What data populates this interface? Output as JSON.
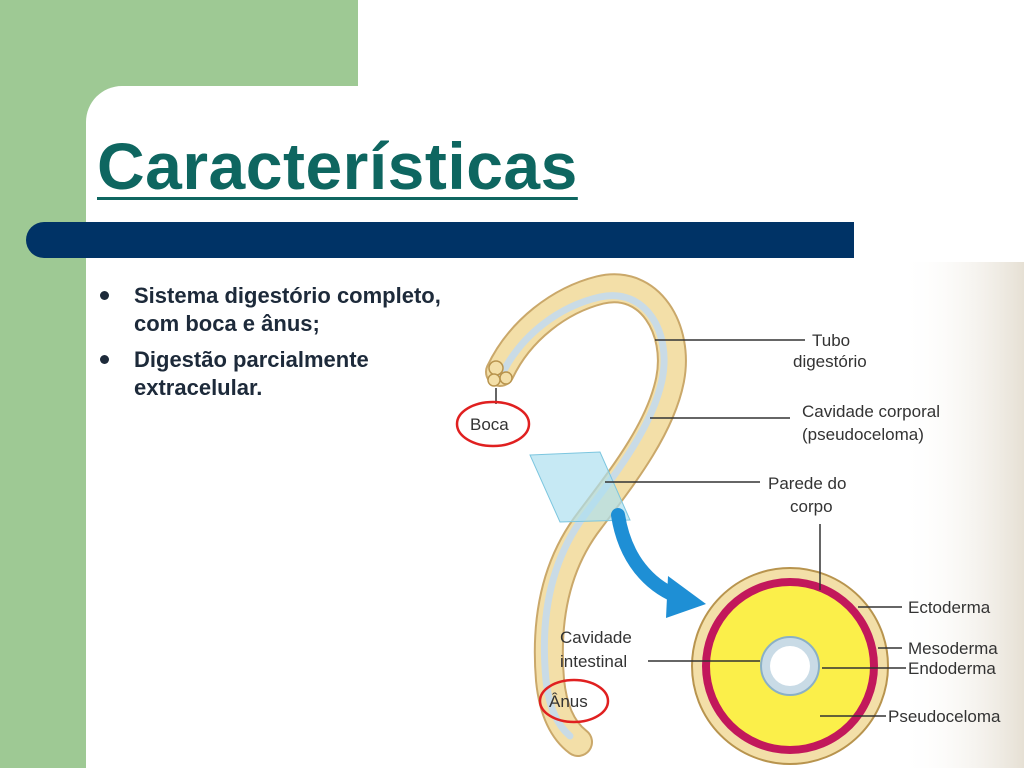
{
  "slide": {
    "title": "Características",
    "bullets": [
      {
        "lines": [
          "Sistema digestório completo,",
          "com boca e ânus;"
        ]
      },
      {
        "lines": [
          "Digestão parcialmente",
          "extracelular."
        ]
      }
    ]
  },
  "diagram": {
    "labels": {
      "tubo": [
        "Tubo",
        "digestório"
      ],
      "cavidade_corporal": [
        "Cavidade corporal",
        "(pseudoceloma)"
      ],
      "parede": [
        "Parede do",
        "corpo"
      ],
      "boca": "Boca",
      "cavidade_intestinal": [
        "Cavidade",
        "intestinal"
      ],
      "anus": "Ânus",
      "ectoderma": "Ectoderma",
      "mesoderma": "Mesoderma",
      "endoderma": "Endoderma",
      "pseudoceloma": "Pseudoceloma"
    },
    "colors": {
      "background_green": "#9ec994",
      "title_teal": "#0e6660",
      "bar_navy": "#003366",
      "worm_body": "#f3dfa8",
      "gut_blue": "#c9dbe6",
      "pseudocoel_yellow": "#fbef4a",
      "mesoderm_pink": "#c2185b",
      "highlight_red": "#e02020",
      "arrow_blue": "#1e8fd5"
    }
  }
}
